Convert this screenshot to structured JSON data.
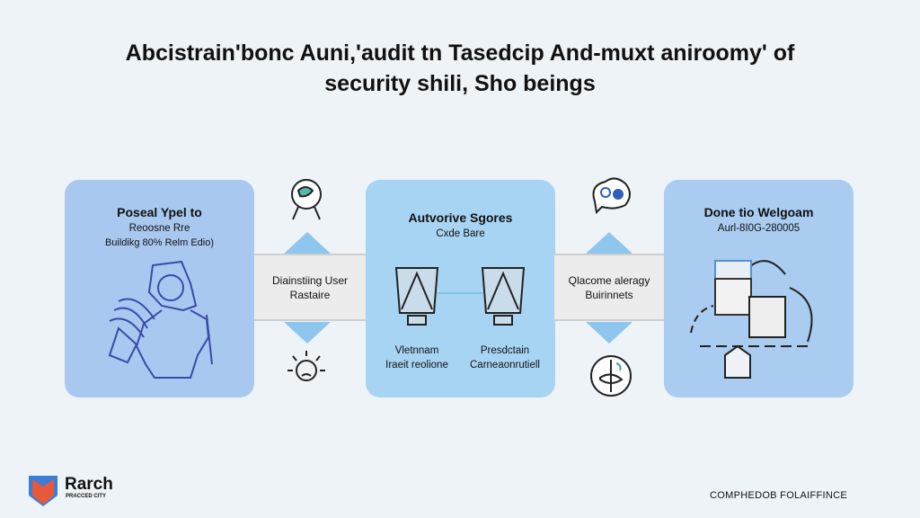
{
  "title": {
    "line1": "Abcistrain'bonc Auni,'audit tn Tasedcip And-muxt aniroomy' of",
    "line2": "security shili, Sho beings"
  },
  "panels": [
    {
      "heading": "Poseal Ypel to",
      "sub1": "Reoosne Rre",
      "sub2": "Buildikg 80% Relm Edio)"
    },
    {
      "heading": "Autvorive Sgores",
      "sub1": "Cxde Bare",
      "items": [
        {
          "line1": "Vletnnam",
          "line2": "Iraeit reolione"
        },
        {
          "line1": "Presdctain",
          "line2": "Carneaonrutiell"
        }
      ]
    },
    {
      "heading": "Done tio Welgoam",
      "sub1": "Aurl-8I0G-280005"
    }
  ],
  "connectors": [
    {
      "line1": "Diainstiing User",
      "line2": "Rastaire"
    },
    {
      "line1": "Qlacome aleragy",
      "line2": "Buirinnets"
    }
  ],
  "footer": {
    "brand": "Rarch",
    "brand_sub": "PRACCED CITY",
    "right": "COMPHEDOB FOLAIFFINCE"
  },
  "colors": {
    "panel_left": "#a9c8f0",
    "panel_mid": "#a8d4f3",
    "panel_right": "#a9ccf0",
    "accent": "#8ec6ee",
    "logo_blue": "#3a7fd5",
    "logo_red": "#e8583a"
  }
}
